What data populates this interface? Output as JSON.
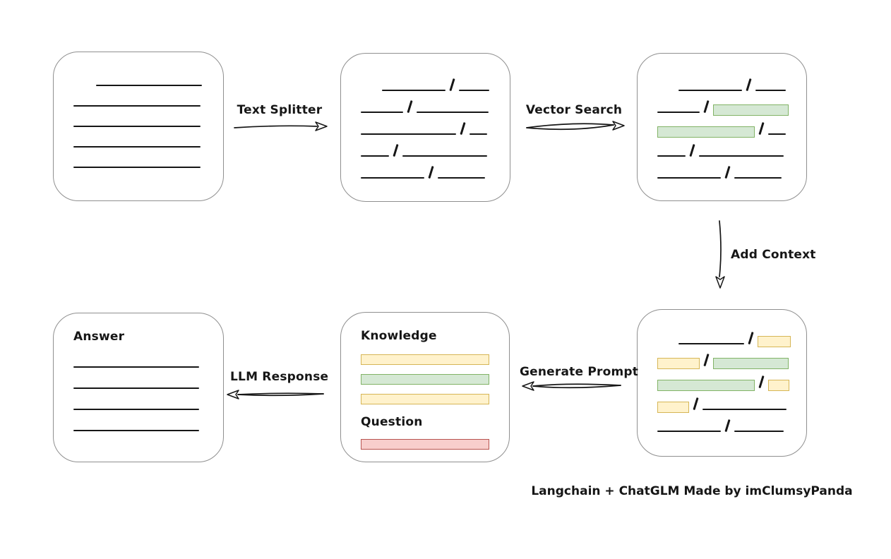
{
  "labels": {
    "text_splitter": "Text Splitter",
    "vector_search": "Vector Search",
    "add_context": "Add Context",
    "generate_prompt": "Generate Prompt",
    "llm_response": "LLM Response",
    "knowledge": "Knowledge",
    "question": "Question",
    "answer": "Answer",
    "footer": "Langchain + ChatGLM Made by imClumsyPanda"
  },
  "colors": {
    "chunk_green_fill": "#d5e8d4",
    "chunk_green_stroke": "#82b366",
    "chunk_yellow_fill": "#fff2cc",
    "chunk_yellow_stroke": "#d6b656",
    "chunk_red_fill": "#f8cecc",
    "chunk_red_stroke": "#b85450",
    "box_border": "#8f8f8f",
    "ink": "#161616"
  },
  "nodes": {
    "document": {
      "rows": [
        [
          {
            "t": "space",
            "w": 32
          },
          {
            "t": "line",
            "w": 150
          }
        ],
        [
          {
            "t": "line",
            "w": 180
          }
        ],
        [
          {
            "t": "line",
            "w": 180
          }
        ],
        [
          {
            "t": "line",
            "w": 180
          }
        ],
        [
          {
            "t": "line",
            "w": 180
          }
        ]
      ]
    },
    "split": {
      "rows": [
        [
          {
            "t": "space",
            "w": 30
          },
          {
            "t": "line",
            "w": 90
          },
          {
            "t": "slash"
          },
          {
            "t": "line",
            "w": 43
          }
        ],
        [
          {
            "t": "line",
            "w": 60
          },
          {
            "t": "slash"
          },
          {
            "t": "line",
            "w": 102
          }
        ],
        [
          {
            "t": "line",
            "w": 135
          },
          {
            "t": "slash"
          },
          {
            "t": "line",
            "w": 25
          }
        ],
        [
          {
            "t": "line",
            "w": 40
          },
          {
            "t": "slash"
          },
          {
            "t": "line",
            "w": 120
          }
        ],
        [
          {
            "t": "line",
            "w": 90
          },
          {
            "t": "slash"
          },
          {
            "t": "line",
            "w": 67
          }
        ]
      ]
    },
    "vector": {
      "rows": [
        [
          {
            "t": "space",
            "w": 30
          },
          {
            "t": "line",
            "w": 90
          },
          {
            "t": "slash"
          },
          {
            "t": "line",
            "w": 43
          }
        ],
        [
          {
            "t": "line",
            "w": 60
          },
          {
            "t": "slash"
          },
          {
            "t": "chunk",
            "c": "green",
            "w": 107
          }
        ],
        [
          {
            "t": "chunk",
            "c": "green",
            "w": 138
          },
          {
            "t": "slash"
          },
          {
            "t": "line",
            "w": 25
          }
        ],
        [
          {
            "t": "line",
            "w": 40
          },
          {
            "t": "slash"
          },
          {
            "t": "line",
            "w": 120
          }
        ],
        [
          {
            "t": "line",
            "w": 90
          },
          {
            "t": "slash"
          },
          {
            "t": "line",
            "w": 67
          }
        ]
      ]
    },
    "context": {
      "rows": [
        [
          {
            "t": "space",
            "w": 30
          },
          {
            "t": "line",
            "w": 93
          },
          {
            "t": "slash"
          },
          {
            "t": "chunk",
            "c": "yellow",
            "w": 47
          }
        ],
        [
          {
            "t": "chunk",
            "c": "yellow",
            "w": 60
          },
          {
            "t": "slash"
          },
          {
            "t": "chunk",
            "c": "green",
            "w": 107
          }
        ],
        [
          {
            "t": "chunk",
            "c": "green",
            "w": 138
          },
          {
            "t": "slash"
          },
          {
            "t": "chunk",
            "c": "yellow",
            "w": 30
          }
        ],
        [
          {
            "t": "chunk",
            "c": "yellow",
            "w": 45
          },
          {
            "t": "slash"
          },
          {
            "t": "line",
            "w": 119
          }
        ],
        [
          {
            "t": "line",
            "w": 90
          },
          {
            "t": "slash"
          },
          {
            "t": "line",
            "w": 70
          }
        ]
      ]
    },
    "prompt": {
      "knowledge_rows": [
        [
          {
            "t": "bar",
            "c": "yellow"
          }
        ],
        [
          {
            "t": "bar",
            "c": "green"
          }
        ],
        [
          {
            "t": "bar",
            "c": "yellow"
          }
        ]
      ],
      "question_rows": [
        [
          {
            "t": "bar",
            "c": "red"
          }
        ]
      ]
    },
    "answer": {
      "rows": [
        [
          {
            "t": "line",
            "w": 178
          }
        ],
        [
          {
            "t": "line",
            "w": 178
          }
        ],
        [
          {
            "t": "line",
            "w": 178
          }
        ],
        [
          {
            "t": "line",
            "w": 178
          }
        ]
      ]
    }
  }
}
